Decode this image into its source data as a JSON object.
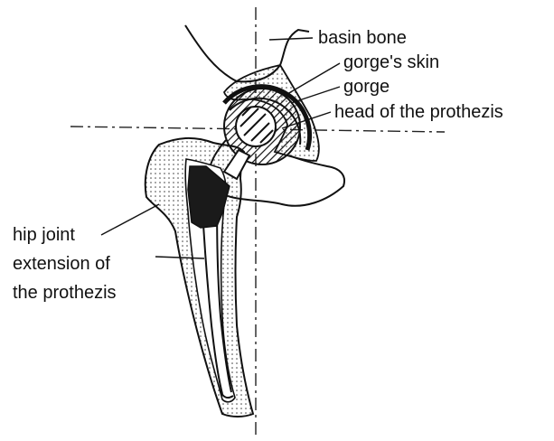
{
  "labels": {
    "basin_bone": "basin bone",
    "gorges_skin": "gorge's skin",
    "gorge": "gorge",
    "head_of_prothesis": "head of the prothezis",
    "hip_joint": "hip joint",
    "extension_line1": "extension of",
    "extension_line2": "the prothezis"
  },
  "colors": {
    "ink": "#111111",
    "background": "#ffffff"
  }
}
